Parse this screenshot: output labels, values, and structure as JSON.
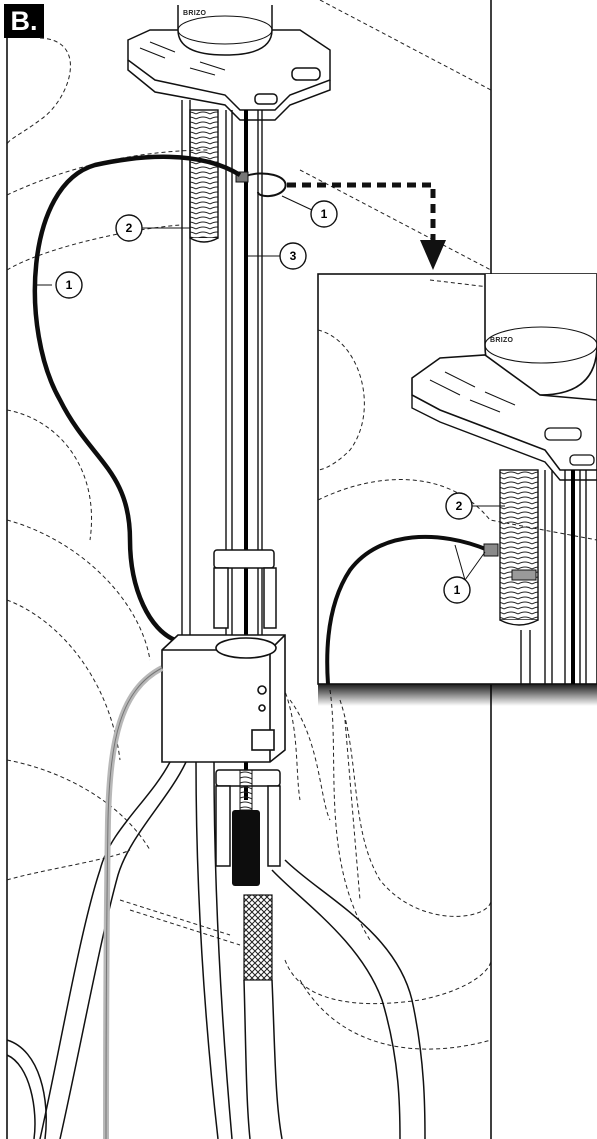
{
  "step_label": "B.",
  "brand_text": "BRIZO",
  "callouts": {
    "main": [
      {
        "id": "cable-1-left",
        "num": "1"
      },
      {
        "id": "clip-1",
        "num": "1"
      },
      {
        "id": "hose-2",
        "num": "2"
      },
      {
        "id": "rod-3",
        "num": "3"
      }
    ],
    "inset": [
      {
        "id": "inset-hose-2",
        "num": "2"
      },
      {
        "id": "inset-cable-1",
        "num": "1"
      }
    ]
  },
  "colors": {
    "line": "#1a1a1a",
    "cable": "#0d0d0d",
    "grey_tube": "#b8b8b8",
    "arrow": "#111111"
  }
}
